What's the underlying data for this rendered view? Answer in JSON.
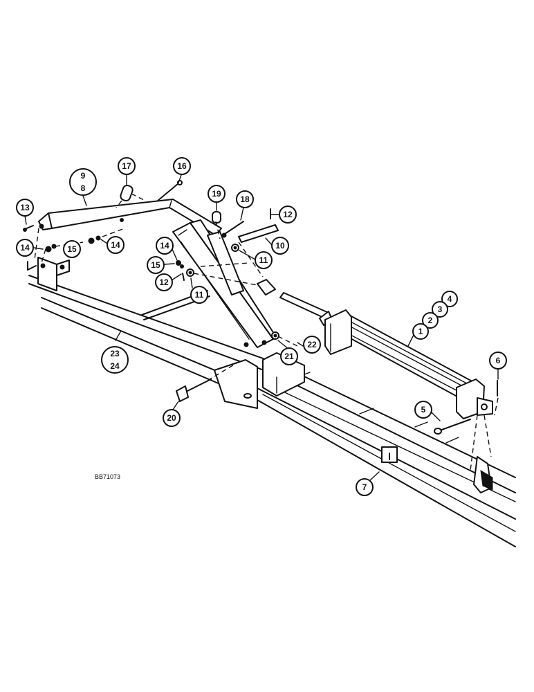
{
  "drawing_code": "BB71073",
  "callouts": {
    "c1": "1",
    "c2": "2",
    "c3": "3",
    "c4": "4",
    "c5": "5",
    "c6": "6",
    "c7": "7",
    "c8": "8",
    "c9": "9",
    "c10": "10",
    "c11a": "11",
    "c11b": "11",
    "c12a": "12",
    "c12b": "12",
    "c13": "13",
    "c14a": "14",
    "c14b": "14",
    "c14c": "14",
    "c15a": "15",
    "c15b": "15",
    "c16": "16",
    "c17": "17",
    "c18": "18",
    "c19": "19",
    "c20": "20",
    "c21": "21",
    "c22": "22",
    "c23": "23",
    "c24": "24"
  },
  "colors": {
    "ink": "#111111",
    "paper": "#ffffff"
  }
}
